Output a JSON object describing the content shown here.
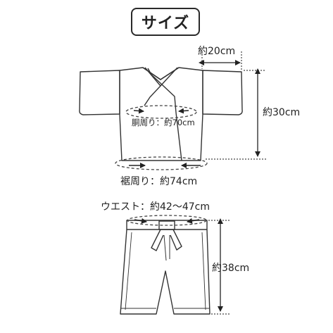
{
  "title": "サイズ",
  "top": {
    "sleeve_width": "約20cm",
    "length": "約30cm",
    "chest": "胴周り：約70cm",
    "hem": "裾周り：約74cm"
  },
  "bottom": {
    "waist": "ウエスト：約42〜47cm",
    "length": "約38cm"
  },
  "colors": {
    "outline": "#333333",
    "dashed_guide": "#444444",
    "arrow_fill": "#222222"
  }
}
